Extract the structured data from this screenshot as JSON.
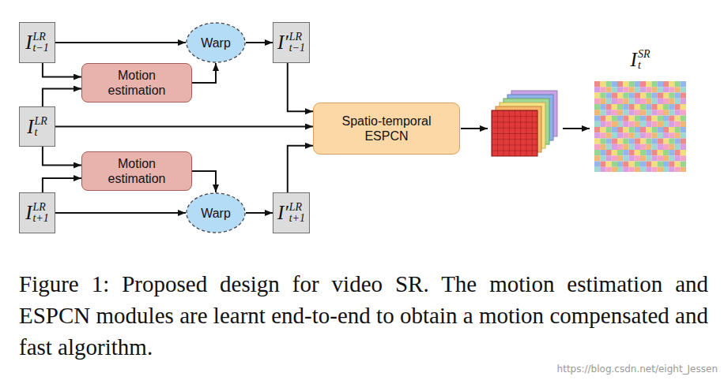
{
  "diagram": {
    "caption": "Figure 1: Proposed design for video SR. The motion estimation and ESPCN modules are learnt end-to-end to obtain a motion compensated and fast algorithm.",
    "nodes": [
      {
        "text": [
          "I",
          "LR",
          "t−1"
        ]
      },
      {
        "text": [
          "Warp"
        ]
      },
      {
        "text": [
          "I′",
          "LR",
          "t−1"
        ]
      },
      {
        "text": [
          "Motion estimation"
        ]
      },
      {
        "text": [
          "I",
          "LR",
          "t"
        ]
      },
      {
        "text": [
          "Spatio-temporal ESPCN"
        ]
      },
      {
        "text": [
          "Motion estimation"
        ]
      },
      {
        "text": [
          "I",
          "LR",
          "t+1"
        ]
      },
      {
        "text": [
          "Warp"
        ]
      },
      {
        "text": [
          "I′",
          "LR",
          "t+1"
        ]
      },
      {
        "text": [
          "I",
          "SR",
          "t"
        ]
      }
    ],
    "edges": [
      {
        "from": 0,
        "to": 1,
        "arrow": "to"
      },
      {
        "from": 0,
        "to": 3,
        "arrow": "to"
      },
      {
        "from": 4,
        "to": 3,
        "arrow": "to"
      },
      {
        "from": 3,
        "to": 1,
        "arrow": "to"
      },
      {
        "from": 1,
        "to": 2,
        "arrow": "to"
      },
      {
        "from": 2,
        "to": 5,
        "arrow": "to"
      },
      {
        "from": 4,
        "to": 5,
        "arrow": "to"
      },
      {
        "from": 4,
        "to": 6,
        "arrow": "to"
      },
      {
        "from": 7,
        "to": 6,
        "arrow": "to"
      },
      {
        "from": 6,
        "to": 8,
        "arrow": "to"
      },
      {
        "from": 7,
        "to": 8,
        "arrow": "to"
      },
      {
        "from": 8,
        "to": 9,
        "arrow": "to"
      },
      {
        "from": 9,
        "to": 5,
        "arrow": "to"
      }
    ],
    "labels": [
      "https://blog.csdn.net/eight_Jessen"
    ]
  }
}
